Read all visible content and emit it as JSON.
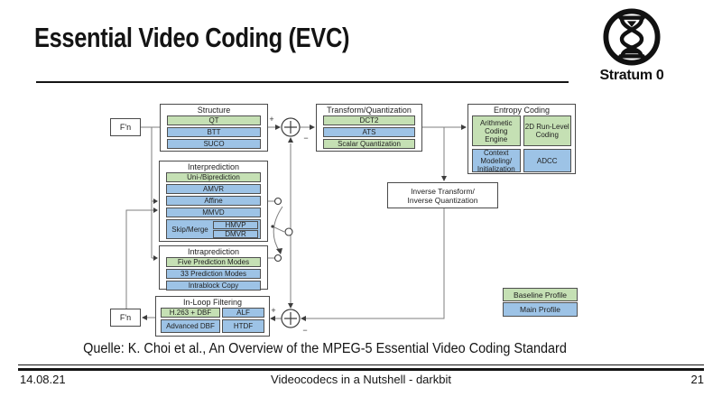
{
  "slide": {
    "title": "Essential Video Coding (EVC)",
    "logo_text": "Stratum 0",
    "caption": "Quelle: K. Choi et al., An Overview of the MPEG-5 Essential Video Coding Standard",
    "footer": {
      "date": "14.08.21",
      "center": "Videocodecs in a Nutshell - darkbit",
      "page": "21"
    }
  },
  "colors": {
    "baseline_profile_fill": "#c5e0b4",
    "main_profile_fill": "#9dc3e6",
    "box_border": "#4a4a4a",
    "connector_line": "#7f7f7f"
  },
  "diagram": {
    "fn_top": "F'n",
    "fn_bottom": "F'n",
    "structure": {
      "title": "Structure",
      "rows": [
        {
          "label": "QT",
          "profile": "Baseline"
        },
        {
          "label": "BTT",
          "profile": "Main"
        },
        {
          "label": "SUCO",
          "profile": "Main"
        }
      ]
    },
    "transform": {
      "title": "Transform/Quantization",
      "rows": [
        {
          "label": "DCT2",
          "profile": "Baseline"
        },
        {
          "label": "ATS",
          "profile": "Main"
        },
        {
          "label": "Scalar Quantization",
          "profile": "Baseline"
        }
      ]
    },
    "entropy": {
      "title": "Entropy Coding",
      "cells": [
        {
          "label": "Arithmetic Coding Engine",
          "profile": "Baseline"
        },
        {
          "label": "2D Run-Level Coding",
          "profile": "Baseline"
        },
        {
          "label": "Context Modeling/ Initialization",
          "profile": "Main"
        },
        {
          "label": "ADCC",
          "profile": "Main"
        }
      ]
    },
    "interprediction": {
      "title": "Interprediction",
      "rows": [
        {
          "label": "Uni-/Biprediction",
          "profile": "Baseline"
        },
        {
          "label": "AMVR",
          "profile": "Main"
        },
        {
          "label": "Affine",
          "profile": "Main"
        },
        {
          "label": "MMVD",
          "profile": "Main"
        }
      ],
      "skip_merge": {
        "label": "Skip/Merge",
        "sub": [
          {
            "label": "HMVP"
          },
          {
            "label": "DMVR"
          }
        ]
      }
    },
    "inverse": {
      "line1": "Inverse Transform/",
      "line2": "Inverse Quantization"
    },
    "intraprediction": {
      "title": "Intraprediction",
      "rows": [
        {
          "label": "Five Prediction Modes",
          "profile": "Baseline"
        },
        {
          "label": "33 Prediction Modes",
          "profile": "Main"
        },
        {
          "label": "Intrablock Copy",
          "profile": "Main"
        }
      ]
    },
    "inloop": {
      "title": "In-Loop Filtering",
      "cells": [
        {
          "label": "H.263 + DBF",
          "profile": "Baseline"
        },
        {
          "label": "ALF",
          "profile": "Main"
        },
        {
          "label": "Advanced DBF",
          "profile": "Main"
        },
        {
          "label": "HTDF",
          "profile": "Main"
        }
      ]
    },
    "legend": [
      {
        "label": "Baseline Profile",
        "profile": "Baseline"
      },
      {
        "label": "Main Profile",
        "profile": "Main"
      }
    ],
    "adders": {
      "plus": "+",
      "minus": "−"
    }
  }
}
